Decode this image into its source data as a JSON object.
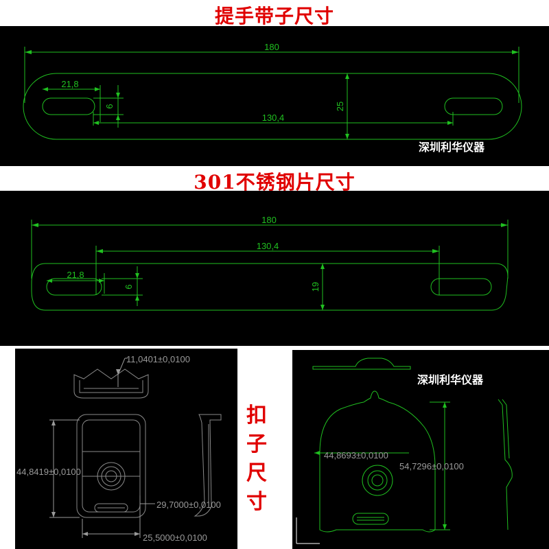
{
  "section1": {
    "title": "提手带子尺寸",
    "dims": {
      "length": "180",
      "slot_length": "21,8",
      "slot_width": "6",
      "height": "25",
      "slot_spacing": "130,4"
    },
    "watermark": "深圳利华仪器"
  },
  "section2": {
    "title": "301不锈钢片尺寸",
    "dims": {
      "length": "180",
      "slot_spacing": "130,4",
      "slot_length": "21,8",
      "slot_width": "6",
      "height": "19"
    }
  },
  "section3": {
    "label_chars": [
      "扣",
      "子",
      "尺",
      "寸"
    ],
    "left_dims": {
      "top": "11,0401±0,0100",
      "height": "44,8419±0,0100",
      "mid_width": "29,7000±0,0100",
      "bottom_width": "25,5000±0,0100"
    },
    "right_dims": {
      "width": "44,8693±0,0100",
      "height": "54,7296±0,0100"
    },
    "watermark": "深圳利华仪器"
  },
  "colors": {
    "title": "#e00000",
    "drawing_line": "#20c020",
    "background": "#000000",
    "dimension_gray": "#9a9a9a"
  }
}
